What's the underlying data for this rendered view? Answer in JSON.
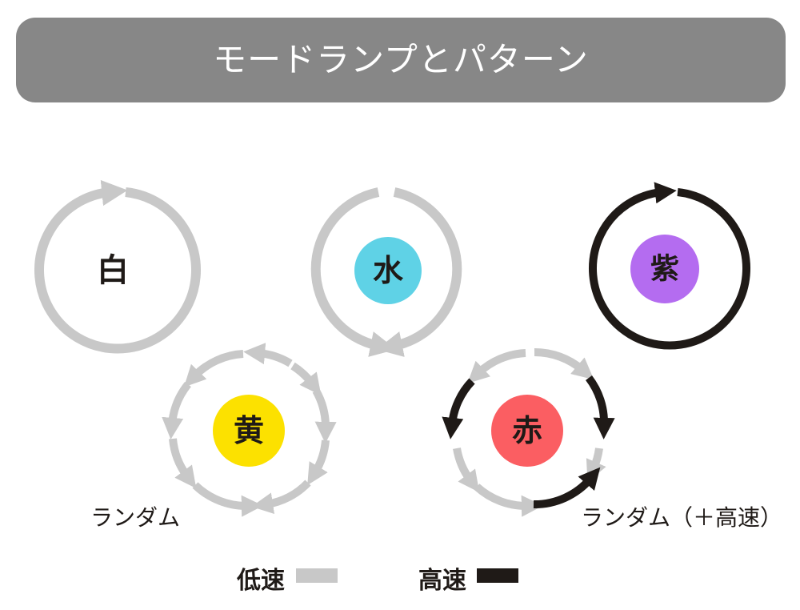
{
  "title": "モードランプとパターン",
  "modes": [
    {
      "label": "白",
      "color": "#ffffff"
    },
    {
      "label": "水",
      "color": "#5fd2e6"
    },
    {
      "label": "紫",
      "color": "#b46cf0"
    },
    {
      "label": "黄",
      "color": "#fce100"
    },
    {
      "label": "赤",
      "color": "#fb5e62"
    }
  ],
  "captions": {
    "yellow": "ランダム",
    "red": "ランダム（＋高速）"
  },
  "legend": {
    "slow_label": "低速",
    "slow_color": "#c8c8c8",
    "fast_label": "高速",
    "fast_color": "#1f1a17"
  }
}
